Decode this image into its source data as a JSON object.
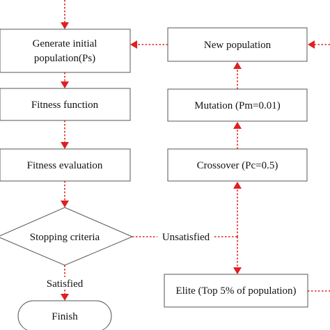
{
  "nodes": {
    "generate": {
      "line1": "Generate initial",
      "line2": "population(Ps)"
    },
    "fitness_function": "Fitness function",
    "fitness_evaluation": "Fitness evaluation",
    "stopping": "Stopping criteria",
    "finish": "Finish",
    "new_population": "New population",
    "mutation": "Mutation (Pm=0.01)",
    "crossover": "Crossover (Pc=0.5)",
    "elite": "Elite (Top 5% of population)"
  },
  "edges": {
    "satisfied": "Satisfied",
    "unsatisfied": "Unsatisfied"
  },
  "colors": {
    "link": "#e02020",
    "border": "#555555",
    "text": "#111111"
  }
}
